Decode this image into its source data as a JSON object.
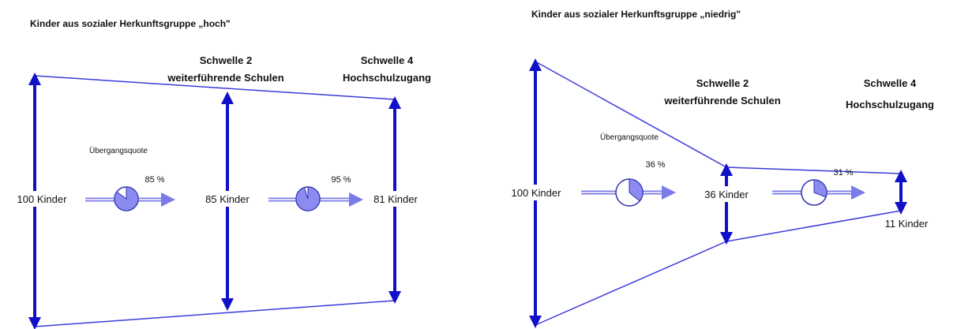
{
  "colors": {
    "funnel_line": "#3b3bdc",
    "arrow": "#1010c8",
    "flow_arrow": "#7a7ae8",
    "pie_fill": "#8c8cf0",
    "pie_stroke": "#3030b0"
  },
  "left": {
    "title": "Kinder aus sozialer Herkunftsgruppe „hoch\"",
    "threshold2_line1": "Schwelle 2",
    "threshold2_line2": "weiterführende Schulen",
    "threshold4_line1": "Schwelle 4",
    "threshold4_line2": "Hochschulzugang",
    "transition_label": "Übergangsquote",
    "count_start": "100 Kinder",
    "count_mid": "85 Kinder",
    "count_end": "81 Kinder",
    "rate1": "85 %",
    "rate2": "95 %",
    "rate1_value": 85,
    "rate2_value": 95
  },
  "right": {
    "title": "Kinder aus sozialer Herkunftsgruppe „niedrig\"",
    "threshold2_line1": "Schwelle 2",
    "threshold2_line2": "weiterführende Schulen",
    "threshold4_line1": "Schwelle 4",
    "threshold4_line2": "Hochschulzugang",
    "transition_label": "Übergangsquote",
    "count_start": "100 Kinder",
    "count_mid": "36 Kinder",
    "count_end": "11 Kinder",
    "rate1": "36 %",
    "rate2": "31 %",
    "rate1_value": 36,
    "rate2_value": 31
  }
}
